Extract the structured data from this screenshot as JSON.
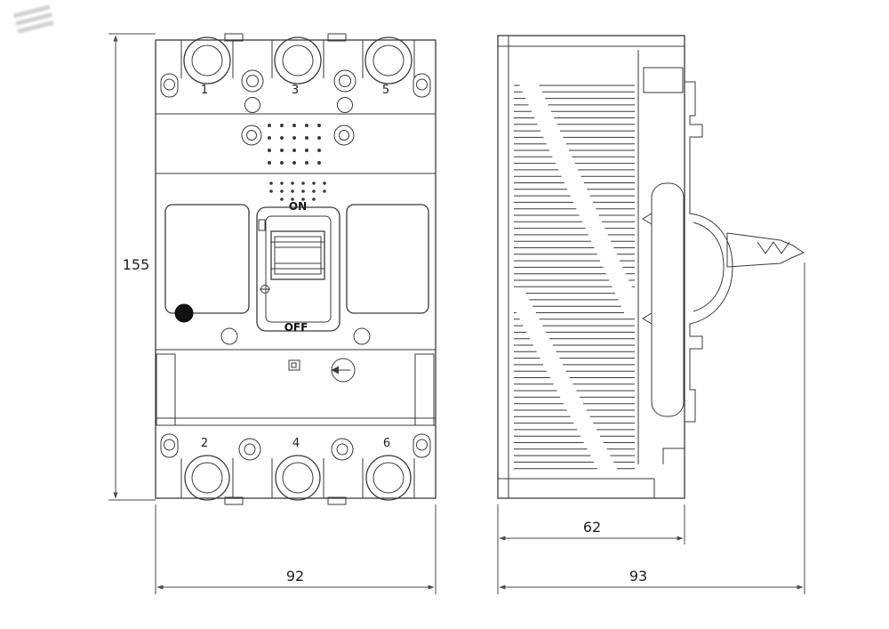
{
  "front_view": {
    "top_terminals": [
      "1",
      "3",
      "5"
    ],
    "bottom_terminals": [
      "2",
      "4",
      "6"
    ],
    "on_label": "ON",
    "off_label": "OFF"
  },
  "dimensions": {
    "overall_height_mm": "155",
    "front_width_mm": "92",
    "body_depth_mm": "62",
    "overall_depth_mm": "93"
  }
}
